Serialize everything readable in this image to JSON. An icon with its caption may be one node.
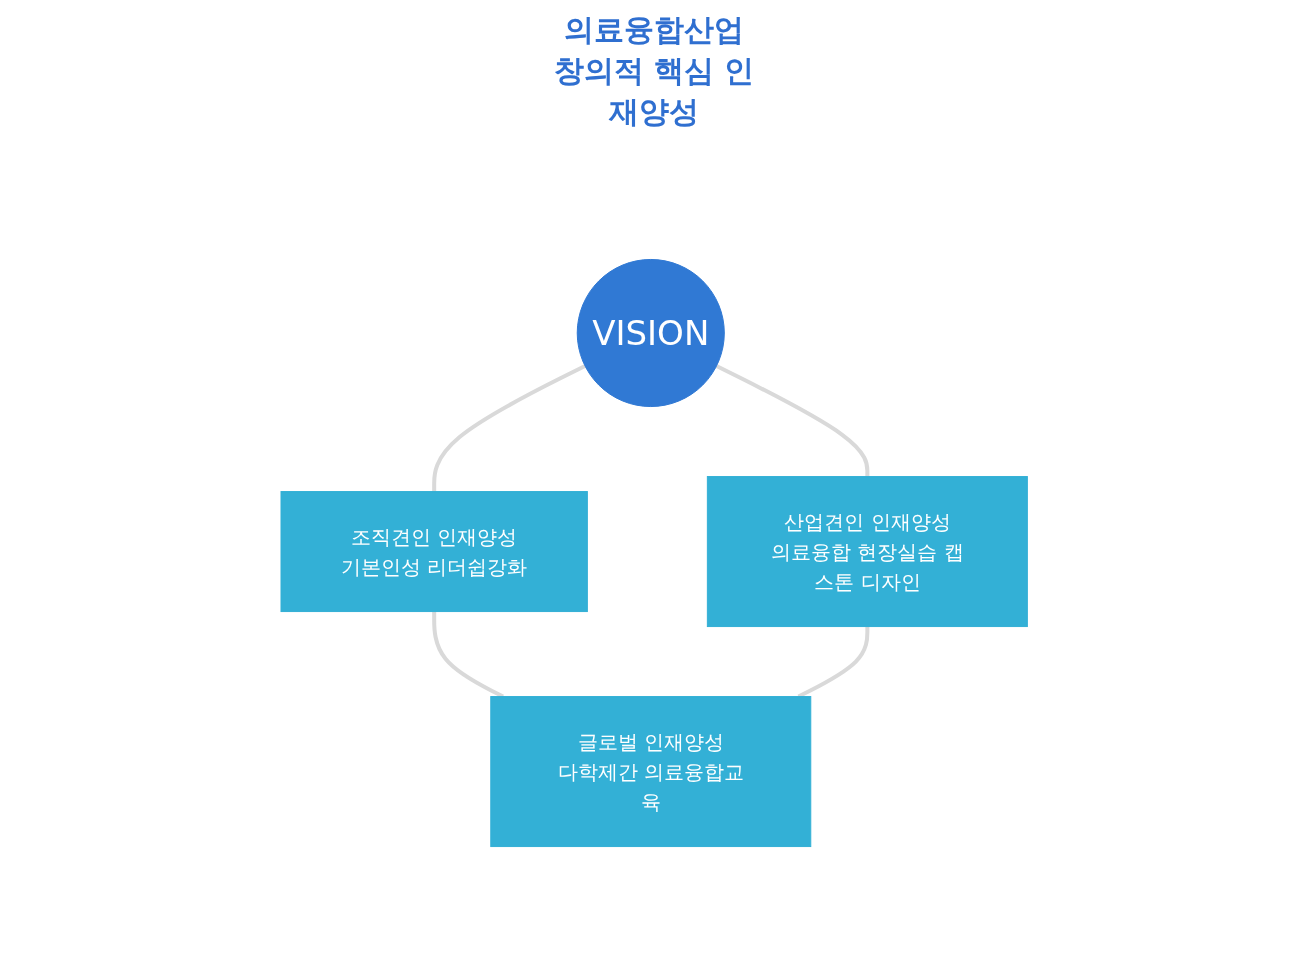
{
  "diagram": {
    "nodes": [
      {
        "text": [
          "VISION"
        ]
      },
      {
        "text": [
          "조직견인 인재양성",
          "기본인성 리더쉽강화"
        ]
      },
      {
        "text": [
          "산업견인 인재양성",
          "의료융합 현장실습 캡스톤 디자인"
        ]
      },
      {
        "text": [
          "글로벌 인재양성",
          "다학제간 의료융합교육"
        ]
      }
    ],
    "edges": [
      {
        "from": 0,
        "to": 1,
        "arrow": "none"
      },
      {
        "from": 0,
        "to": 2,
        "arrow": "none"
      },
      {
        "from": 1,
        "to": 3,
        "arrow": "none"
      },
      {
        "from": 2,
        "to": 3,
        "arrow": "none"
      }
    ],
    "labels": [
      "의료융합산업 창의적 핵심 인재양성"
    ]
  }
}
